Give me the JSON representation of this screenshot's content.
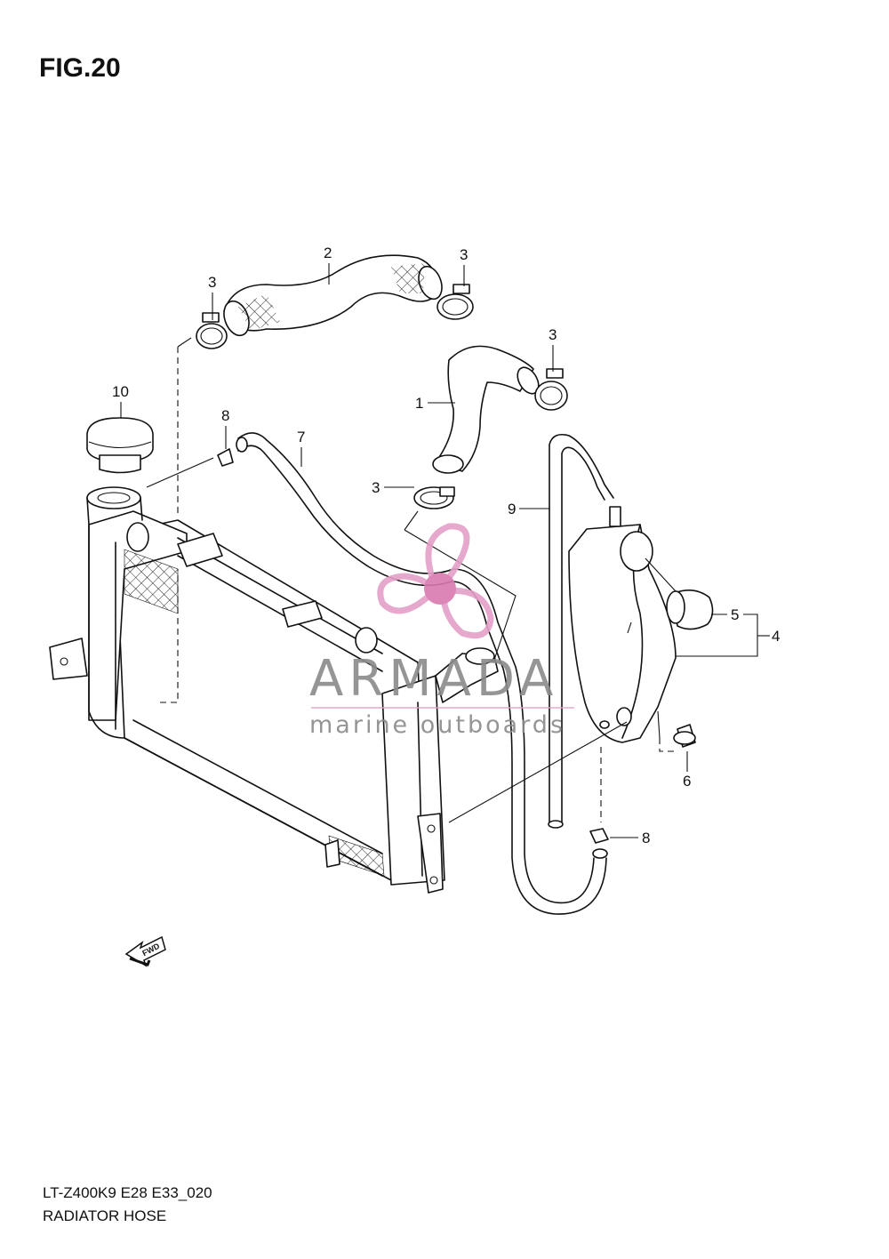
{
  "figure": {
    "title": "FIG.20",
    "model_code": "LT-Z400K9 E28 E33_020",
    "section_name": "RADIATOR HOSE"
  },
  "callouts": [
    {
      "id": "c1",
      "label": "1",
      "part": "radiator hose (lower)"
    },
    {
      "id": "c2",
      "label": "2",
      "part": "radiator hose (upper)"
    },
    {
      "id": "c3a",
      "label": "3",
      "part": "hose clamp"
    },
    {
      "id": "c3b",
      "label": "3",
      "part": "hose clamp"
    },
    {
      "id": "c3c",
      "label": "3",
      "part": "hose clamp"
    },
    {
      "id": "c3d",
      "label": "3",
      "part": "hose clamp"
    },
    {
      "id": "c4",
      "label": "4",
      "part": "reservoir tank assembly"
    },
    {
      "id": "c5",
      "label": "5",
      "part": "reservoir cap"
    },
    {
      "id": "c6",
      "label": "6",
      "part": "bolt"
    },
    {
      "id": "c7",
      "label": "7",
      "part": "overflow hose"
    },
    {
      "id": "c8a",
      "label": "8",
      "part": "clamp"
    },
    {
      "id": "c8b",
      "label": "8",
      "part": "clamp"
    },
    {
      "id": "c9",
      "label": "9",
      "part": "reservoir hose"
    },
    {
      "id": "c10",
      "label": "10",
      "part": "radiator cap"
    }
  ],
  "watermark": {
    "brand": "ARMADA",
    "tagline": "marine outboards",
    "colors": {
      "text": "#8a8a8a",
      "logo": "#e49fc8",
      "logo_dark": "#d978b0"
    }
  },
  "fwd_arrow": {
    "label": "FWD"
  },
  "colors": {
    "line": "#111111",
    "background": "#ffffff"
  }
}
